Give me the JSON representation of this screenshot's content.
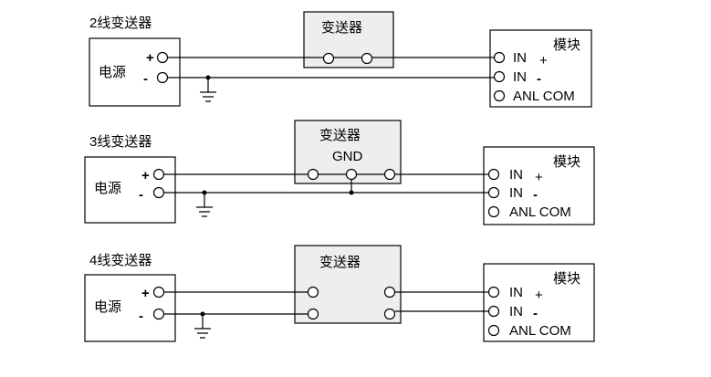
{
  "sections": [
    {
      "title": "2线变送器",
      "power_label": "电源",
      "transmitter_label": "变送器",
      "module_label": "模块"
    },
    {
      "title": "3线变送器",
      "power_label": "电源",
      "transmitter_label": "变送器",
      "transmitter_sub": "GND",
      "module_label": "模块"
    },
    {
      "title": "4线变送器",
      "power_label": "电源",
      "transmitter_label": "变送器",
      "module_label": "模块"
    }
  ],
  "signs": {
    "plus": "+",
    "minus": "-"
  },
  "module_terminals": {
    "in_pos": "IN",
    "in_neg": "IN",
    "anl_com": "ANL COM",
    "pos_sign": "+",
    "neg_sign": "-"
  },
  "colors": {
    "line": "#000000",
    "transmitter_fill": "#eeeeee",
    "box_fill": "#ffffff"
  }
}
